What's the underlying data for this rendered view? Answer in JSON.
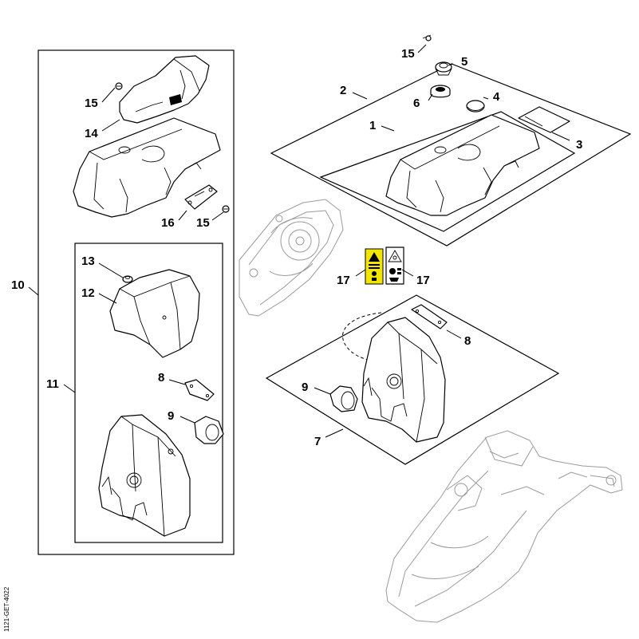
{
  "drawing_code": "1121-GET-4022",
  "callouts": {
    "n1": "1",
    "n2": "2",
    "n3": "3",
    "n4": "4",
    "n5": "5",
    "n6": "6",
    "n7": "7",
    "n8a": "8",
    "n8b": "8",
    "n9a": "9",
    "n9b": "9",
    "n10": "10",
    "n11": "11",
    "n12": "12",
    "n13": "13",
    "n14": "14",
    "n15a": "15",
    "n15b": "15",
    "n15c": "15",
    "n16": "16",
    "n17a": "17",
    "n17b": "17"
  },
  "colors": {
    "line": "#000000",
    "highlight": "#f2e600",
    "faint": "#9a9a9a"
  },
  "icons": [
    "warning-label-icon",
    "safety-symbol-label-icon"
  ]
}
